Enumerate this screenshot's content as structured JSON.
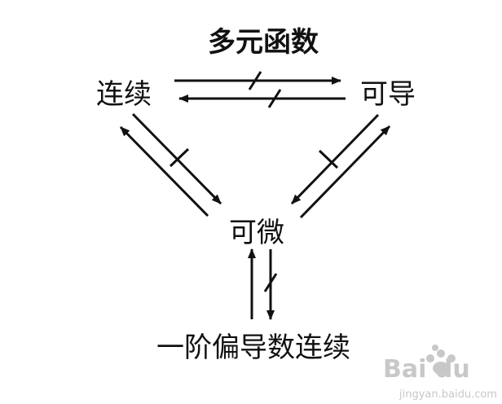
{
  "title": "多元函数",
  "nodes": {
    "continuous": "连续",
    "differentiable_partial": "可导",
    "differentiable": "可微",
    "continuous_partials": "一阶偏导数连续"
  },
  "relations": [
    {
      "from": "continuous",
      "to": "differentiable_partial",
      "implies": false
    },
    {
      "from": "differentiable_partial",
      "to": "continuous",
      "implies": false
    },
    {
      "from": "continuous",
      "to": "differentiable",
      "implies": false
    },
    {
      "from": "differentiable",
      "to": "continuous",
      "implies": true
    },
    {
      "from": "differentiable_partial",
      "to": "differentiable",
      "implies": false
    },
    {
      "from": "differentiable",
      "to": "differentiable_partial",
      "implies": true
    },
    {
      "from": "continuous_partials",
      "to": "differentiable",
      "implies": true
    },
    {
      "from": "differentiable",
      "to": "continuous_partials",
      "implies": false
    }
  ],
  "watermark": {
    "brand": "Bai du",
    "sub": "jingyan.baidu.com",
    "icon": "paw-icon"
  },
  "colors": {
    "ink": "#111111",
    "watermark": "#c8c8c8"
  }
}
